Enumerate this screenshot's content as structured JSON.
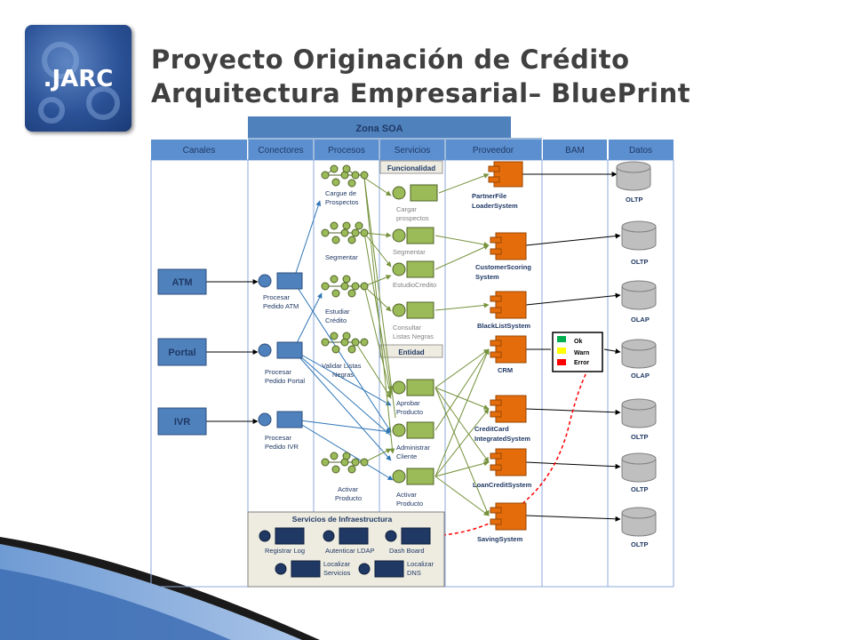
{
  "slide": {
    "title_line1": "Proyecto Originación de Crédito",
    "title_line2": "Arquitectura Empresarial– BluePrint",
    "logo_text": ".JARC"
  },
  "diagram": {
    "zona_soa": "Zona SOA",
    "columns": [
      "Canales",
      "Conectores",
      "Procesos",
      "Servicios",
      "Proveedor",
      "BAM",
      "Datos"
    ],
    "canales": [
      "ATM",
      "Portal",
      "IVR"
    ],
    "conectores": [
      {
        "line1": "Procesar",
        "line2": "Pedido ATM"
      },
      {
        "line1": "Procesar",
        "line2": "Pedido Portal"
      },
      {
        "line1": "Procesar",
        "line2": "Pedido IVR"
      }
    ],
    "procesos": [
      {
        "line1": "Cargue de",
        "line2": "Prospectos"
      },
      {
        "line1": "Segmentar",
        "line2": ""
      },
      {
        "line1": "Estudiar",
        "line2": "Crédito"
      },
      {
        "line1": "Validar Listas",
        "line2": "Negras"
      },
      {
        "line1": "Activar",
        "line2": "Producto"
      }
    ],
    "servicios_header_func": "Funcionalidad",
    "servicios_header_ent": "Entidad",
    "servicios_func": [
      {
        "line1": "Cargar",
        "line2": "prospectos"
      },
      {
        "line1": "Segmentar",
        "line2": ""
      },
      {
        "line1": "EstudioCredito",
        "line2": ""
      },
      {
        "line1": "Consultar",
        "line2": "Listas Negras"
      }
    ],
    "servicios_ent": [
      {
        "line1": "Aprobar",
        "line2": "Producto"
      },
      {
        "line1": "Administrar",
        "line2": "Cliente"
      },
      {
        "line1": "Activar",
        "line2": "Producto"
      }
    ],
    "proveedores": [
      {
        "line1": "PartnerFile",
        "line2": "LoaderSystem"
      },
      {
        "line1": "CustomerScoring",
        "line2": "System"
      },
      {
        "line1": "BlackListSystem",
        "line2": ""
      },
      {
        "line1": "CRM",
        "line2": ""
      },
      {
        "line1": "CreditCard",
        "line2": "IntegratedSystem"
      },
      {
        "line1": "LoanCreditSystem",
        "line2": ""
      },
      {
        "line1": "SavingSystem",
        "line2": ""
      }
    ],
    "bam": [
      "Ok",
      "Warn",
      "Error"
    ],
    "datos": [
      "OLTP",
      "OLTP",
      "OLAP",
      "OLAP",
      "OLTP",
      "OLTP",
      "OLTP"
    ],
    "infra_title": "Servicios de Infraestructura",
    "infra": [
      {
        "line1": "Registrar Log",
        "line2": ""
      },
      {
        "line1": "Autenticar LDAP",
        "line2": ""
      },
      {
        "line1": "Dash Board",
        "line2": ""
      },
      {
        "line1": "Localizar",
        "line2": "Servicios"
      },
      {
        "line1": "Localizar",
        "line2": "DNS"
      }
    ]
  },
  "colors": {
    "header_blue": "#5b8fd0",
    "zone_blue": "#4f81bd",
    "node_blue": "#4f81bd",
    "node_green": "#9bbb59",
    "node_green_dark": "#4f6228",
    "provider_orange": "#e46c0a",
    "infra_bg": "#eeece1",
    "infra_node": "#1f3864",
    "db_gray": "#bfbfbf",
    "bam_ok": "#00b050",
    "bam_warn": "#ffff00",
    "bam_error": "#ff0000",
    "line_blue": "#2e75b6",
    "line_green": "#76923c",
    "line_red": "#ff0000"
  }
}
